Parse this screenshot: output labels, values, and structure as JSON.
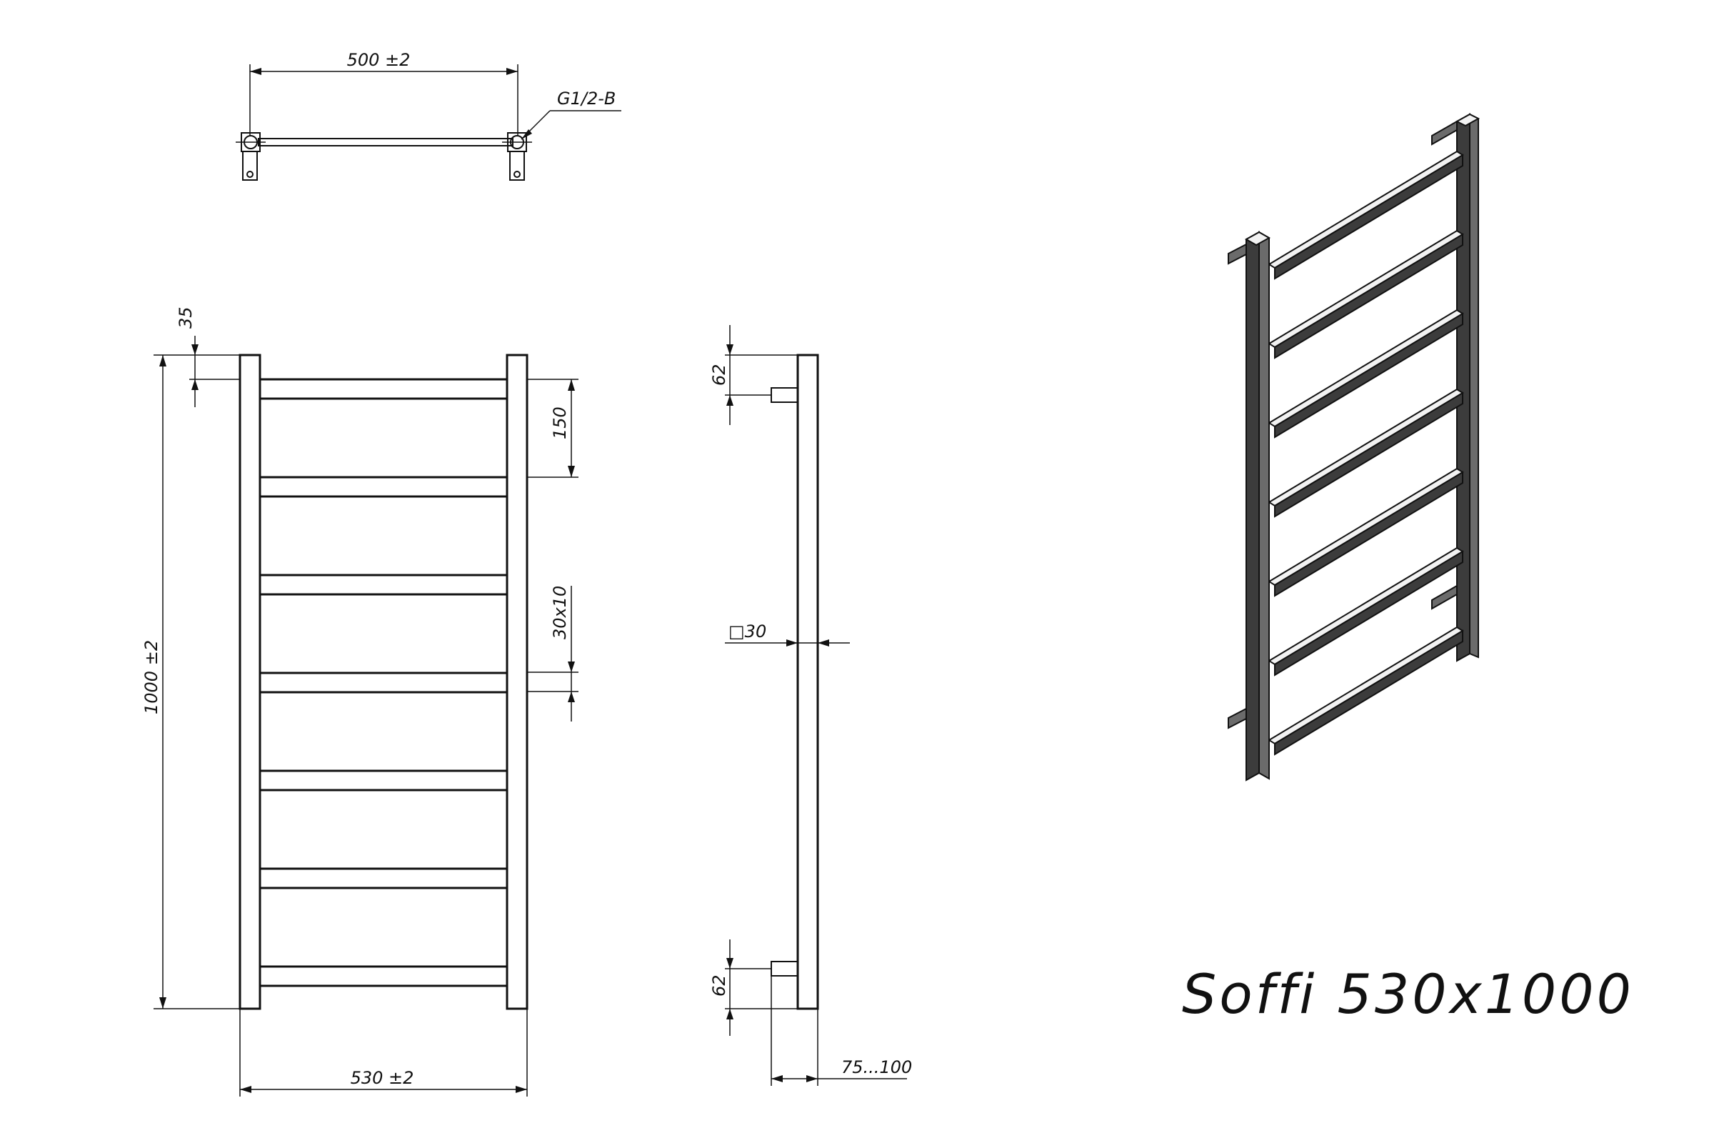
{
  "title": "Soffi 530x1000",
  "dimensions": {
    "top_width": "500 ±2",
    "thread": "G1/2-B",
    "top_offset": "35",
    "bar_spacing": "150",
    "bar_section": "30x10",
    "height": "1000 ±2",
    "width": "530 ±2",
    "side_top_offset": "62",
    "tube_section": "□30",
    "side_bottom_offset": "62",
    "wall_distance": "75...100"
  },
  "rungs": 7
}
